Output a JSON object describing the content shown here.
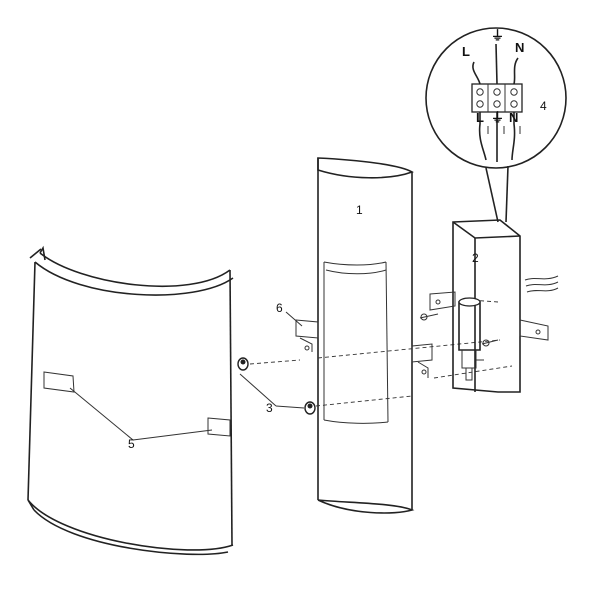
{
  "callouts": {
    "part1": "1",
    "part2": "2",
    "part3": "3",
    "part4": "4",
    "part5": "5",
    "part6": "6"
  },
  "wiring": {
    "top_live": "L",
    "top_neutral": "N",
    "bottom_live": "L",
    "bottom_neutral": "N",
    "earth_symbol": "⏚"
  },
  "colors": {
    "line": "#222222",
    "background": "#ffffff"
  }
}
